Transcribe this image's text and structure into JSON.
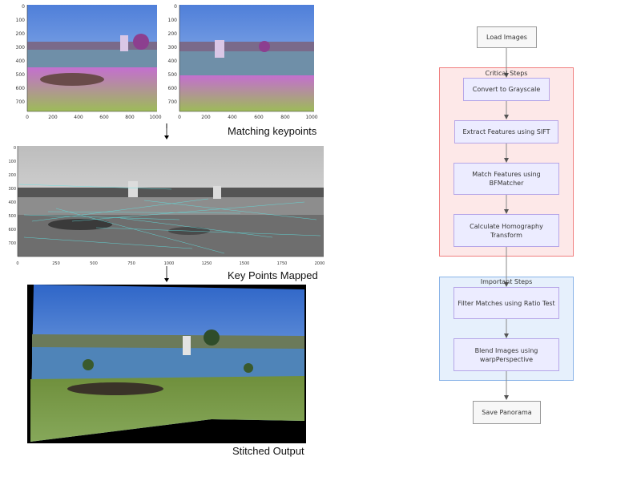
{
  "left": {
    "captions": {
      "matching": "Matching keypoints",
      "mapped": "Key Points Mapped",
      "stitched": "Stitched Output"
    },
    "top_plot": {
      "y_ticks": [
        "0",
        "100",
        "200",
        "300",
        "400",
        "500",
        "600",
        "700"
      ],
      "x_ticks": [
        "0",
        "200",
        "400",
        "600",
        "800",
        "1000"
      ]
    },
    "middle_plot": {
      "y_ticks": [
        "0",
        "100",
        "200",
        "300",
        "400",
        "500",
        "600",
        "700"
      ],
      "x_ticks": [
        "0",
        "250",
        "500",
        "750",
        "1000",
        "1250",
        "1500",
        "1750",
        "2000"
      ]
    }
  },
  "flowchart": {
    "start": "Load Images",
    "critical": {
      "title": "Critical Steps",
      "steps": [
        "Convert to Grayscale",
        "Extract Features using SIFT",
        "Match Features using BFMatcher",
        "Calculate Homography Transform"
      ]
    },
    "important": {
      "title": "Important Steps",
      "steps": [
        "Filter Matches using Ratio Test",
        "Blend Images using warpPerspective"
      ]
    },
    "end": "Save Panorama"
  },
  "colors": {
    "critical_fill": "#fde8e8",
    "critical_border": "#f08080",
    "important_fill": "#e6f0fc",
    "important_border": "#8ab4e8",
    "node_fill": "#ececff",
    "node_border": "#b6a6e8"
  }
}
